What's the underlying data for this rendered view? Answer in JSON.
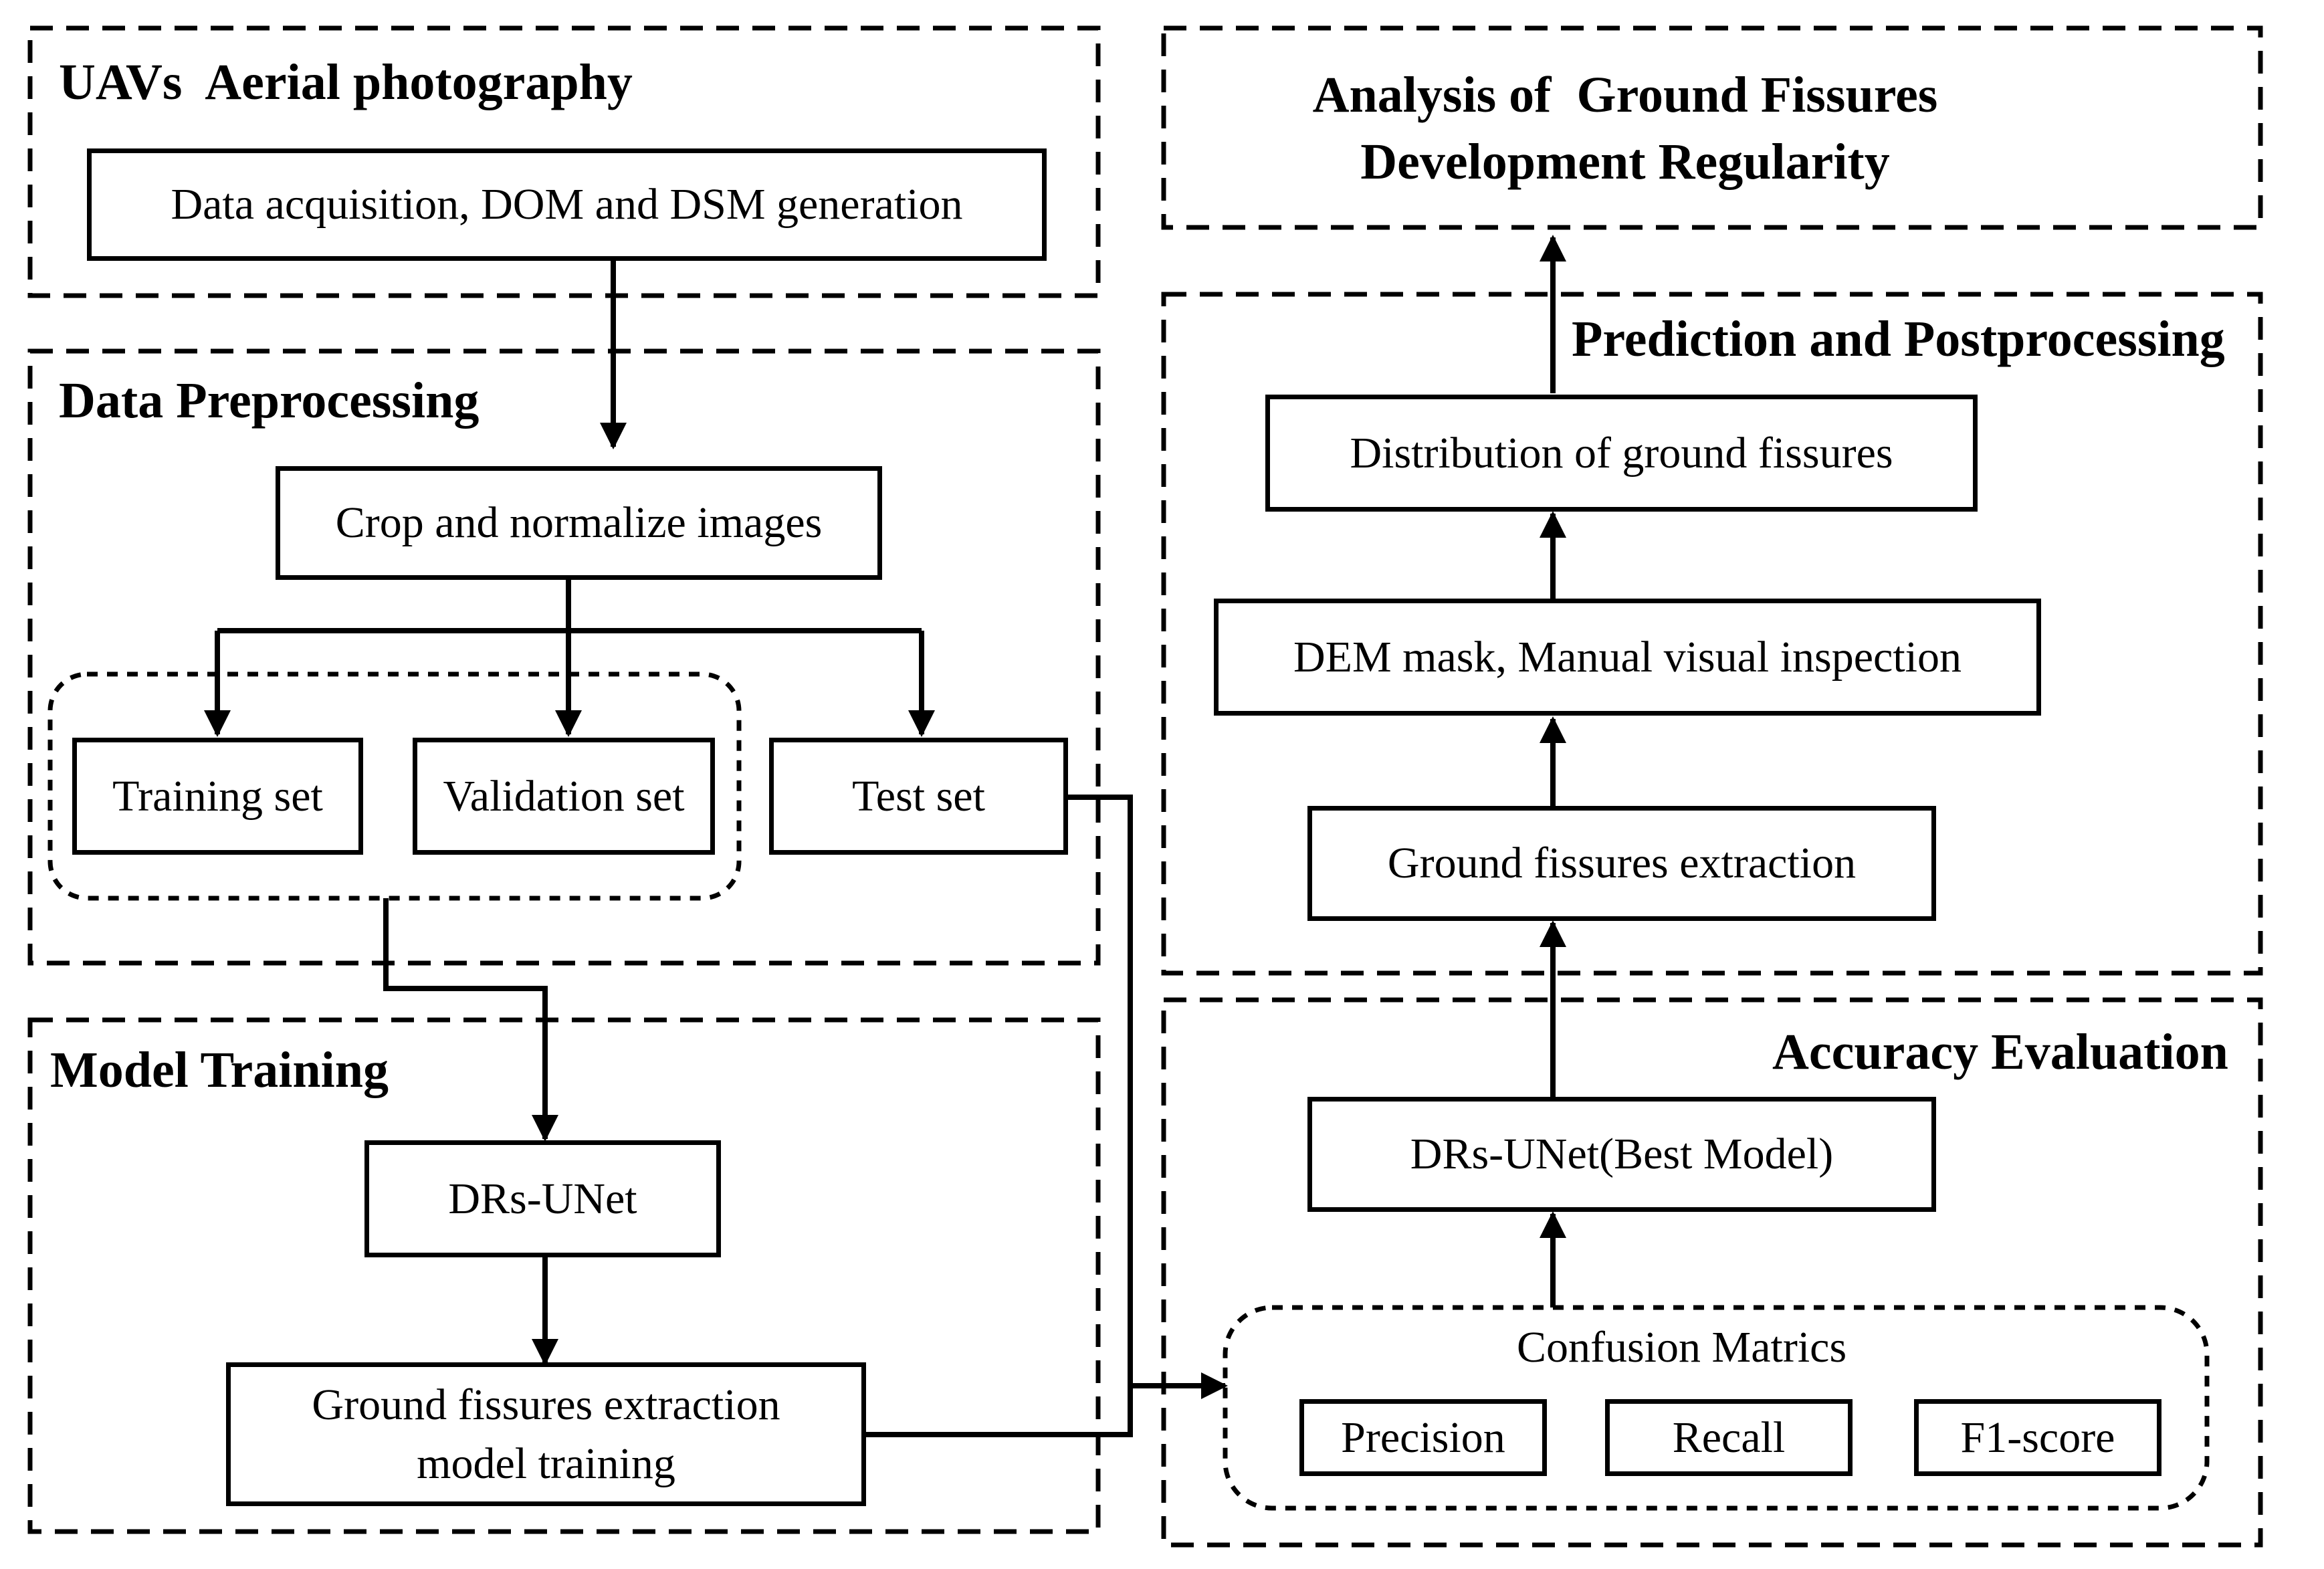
{
  "panels": {
    "uav": {
      "title": "UAVs  Aerial photography"
    },
    "preprocessing": {
      "title": "Data Preprocessing"
    },
    "model_training": {
      "title": "Model Training"
    },
    "analysis": {
      "title_line1": "Analysis of  Ground Fissures",
      "title_line2": "Development Regularity"
    },
    "prediction": {
      "title": "Prediction and Postprocessing"
    },
    "accuracy": {
      "title": "Accuracy Evaluation"
    }
  },
  "boxes": {
    "data_acquisition": "Data acquisition, DOM and DSM generation",
    "crop_normalize": "Crop and normalize images",
    "training_set": "Training set",
    "validation_set": "Validation set",
    "test_set": "Test set",
    "drs_unet": "DRs-UNet",
    "model_training_line1": "Ground fissures extraction",
    "model_training_line2": "model training",
    "distribution": "Distribution of ground fissures",
    "dem_mask": "DEM mask, Manual visual inspection",
    "extraction": "Ground fissures extraction",
    "best_model": "DRs-UNet(Best Model)"
  },
  "confusion": {
    "title": "Confusion Matrics",
    "metrics": [
      "Precision",
      "Recall",
      "F1-score"
    ]
  }
}
